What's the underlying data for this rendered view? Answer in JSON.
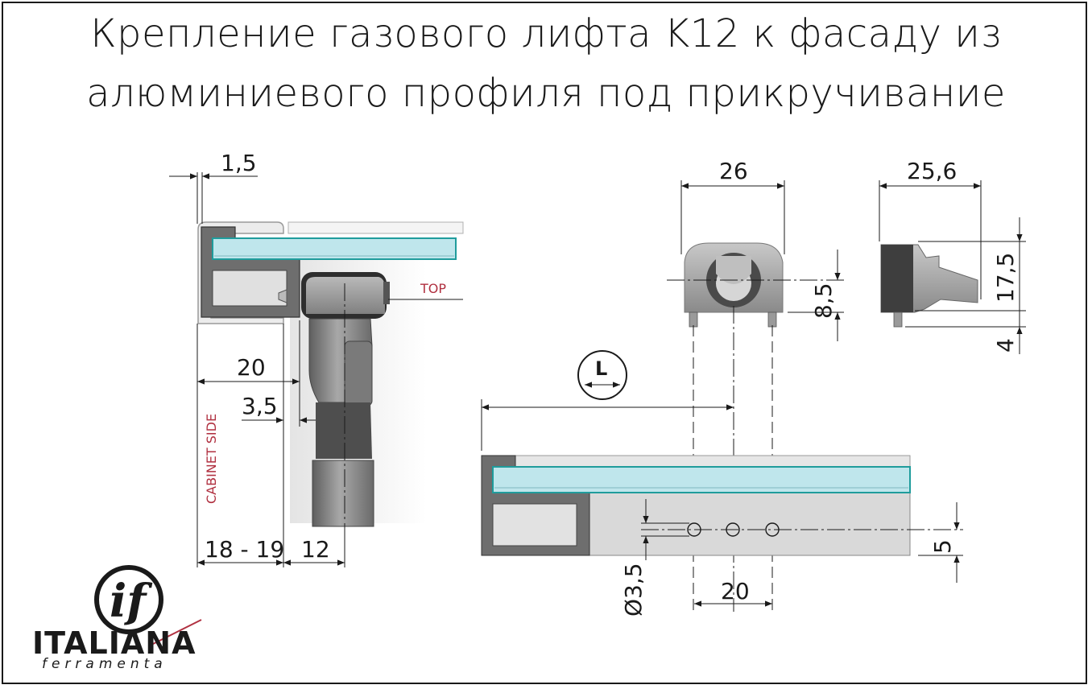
{
  "title": {
    "line1": "Крепление газового лифта K12 к фасаду из",
    "line2": "алюминиевого профиля под прикручивание"
  },
  "labels": {
    "top": "TOP",
    "cabinet_side": "CABINET SIDE",
    "l_symbol": "L"
  },
  "dimensions": {
    "d_1_5": "1,5",
    "d_20_left": "20",
    "d_3_5": "3,5",
    "d_18_19": "18 - 19",
    "d_12": "12",
    "d_26": "26",
    "d_8_5": "8,5",
    "d_25_6": "25,6",
    "d_17_5": "17,5",
    "d_4": "4",
    "d_5": "5",
    "d_dia": "Ø3,5",
    "d_20_bottom": "20"
  },
  "logo": {
    "brand": "ITALIANA",
    "sub": "ferramenta",
    "mark": "if"
  },
  "colors": {
    "glass": "#bfe6ec",
    "glass_edge": "#1f9c9c",
    "profile": "#6e6e6e",
    "profile_light": "#d9d9d9",
    "part": "#8c8c8c",
    "accent_red": "#b03040"
  }
}
